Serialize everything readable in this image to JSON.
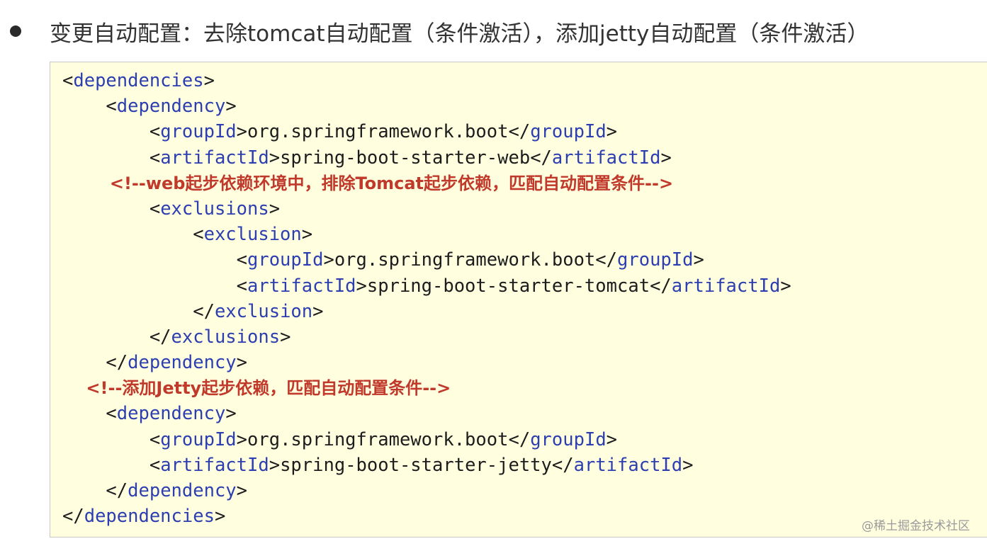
{
  "heading": {
    "text": "变更自动配置：去除tomcat自动配置（条件激活），添加jetty自动配置（条件激活）"
  },
  "code": {
    "lines": [
      {
        "indent": 0,
        "type": "open",
        "tag": "dependencies"
      },
      {
        "indent": 1,
        "type": "open",
        "tag": "dependency"
      },
      {
        "indent": 2,
        "type": "elem",
        "tag": "groupId",
        "value": "org.springframework.boot"
      },
      {
        "indent": 2,
        "type": "elem",
        "tag": "artifactId",
        "value": "spring-boot-starter-web"
      },
      {
        "indent": 2,
        "type": "comment",
        "text": "<!--web起步依赖环境中，排除Tomcat起步依赖，匹配自动配置条件-->"
      },
      {
        "indent": 2,
        "type": "open",
        "tag": "exclusions"
      },
      {
        "indent": 3,
        "type": "open",
        "tag": "exclusion"
      },
      {
        "indent": 4,
        "type": "elem",
        "tag": "groupId",
        "value": "org.springframework.boot"
      },
      {
        "indent": 4,
        "type": "elem",
        "tag": "artifactId",
        "value": "spring-boot-starter-tomcat"
      },
      {
        "indent": 3,
        "type": "close",
        "tag": "exclusion"
      },
      {
        "indent": 2,
        "type": "close",
        "tag": "exclusions"
      },
      {
        "indent": 1,
        "type": "close",
        "tag": "dependency"
      },
      {
        "indent": 1,
        "type": "comment",
        "text": "<!--添加Jetty起步依赖，匹配自动配置条件-->"
      },
      {
        "indent": 1,
        "type": "open",
        "tag": "dependency"
      },
      {
        "indent": 2,
        "type": "elem",
        "tag": "groupId",
        "value": "org.springframework.boot"
      },
      {
        "indent": 2,
        "type": "elem",
        "tag": "artifactId",
        "value": "spring-boot-starter-jetty"
      },
      {
        "indent": 1,
        "type": "close",
        "tag": "dependency"
      },
      {
        "indent": 0,
        "type": "close",
        "tag": "dependencies"
      }
    ]
  },
  "watermark": {
    "text": "@稀土掘金技术社区"
  },
  "colors": {
    "code_background": "#ffffe0",
    "tag_name": "#2d3fb0",
    "comment": "#c0392b",
    "text": "#1c1c1c"
  }
}
